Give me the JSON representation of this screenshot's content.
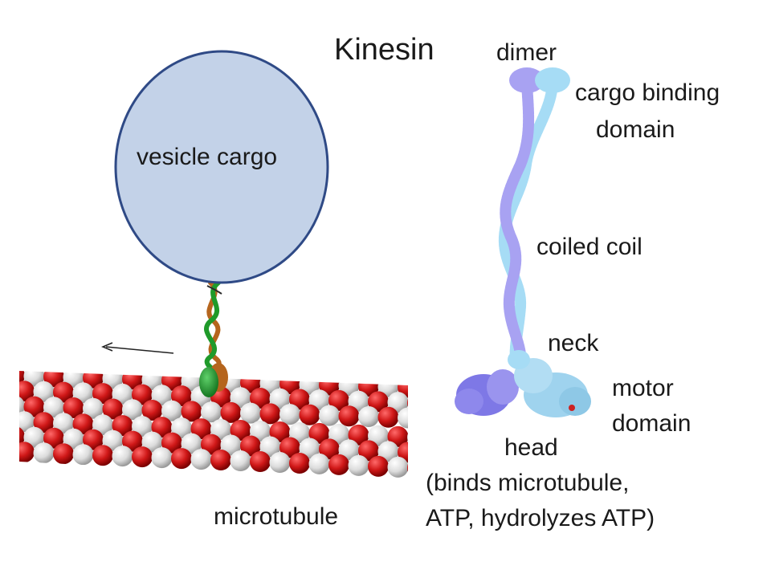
{
  "title": "Kinesin",
  "labels": {
    "dimer": "dimer",
    "cargo_binding_1": "cargo binding",
    "cargo_binding_2": "domain",
    "coiled_coil": "coiled coil",
    "neck": "neck",
    "motor_domain_1": "motor",
    "motor_domain_2": "domain",
    "head": "head",
    "head_desc_1": "(binds microtubule,",
    "head_desc_2": "ATP, hydrolyzes ATP)",
    "vesicle_cargo": "vesicle cargo",
    "microtubule": "microtubule"
  },
  "colors": {
    "vesicle_fill": "#c3d2e8",
    "vesicle_stroke": "#2f4a86",
    "chain_a": "#a8a2f2",
    "chain_b": "#a6dcf5",
    "motor_a": "#7e78e6",
    "motor_b": "#9fd3ee",
    "tubulin_red": "#cc1a1a",
    "tubulin_white": "#e6e6e6",
    "stalk_green": "#1f9a2a",
    "stalk_brown": "#b5651d",
    "arrow": "#222222"
  },
  "icons": {
    "direction_arrow": "left-arrow-icon"
  }
}
